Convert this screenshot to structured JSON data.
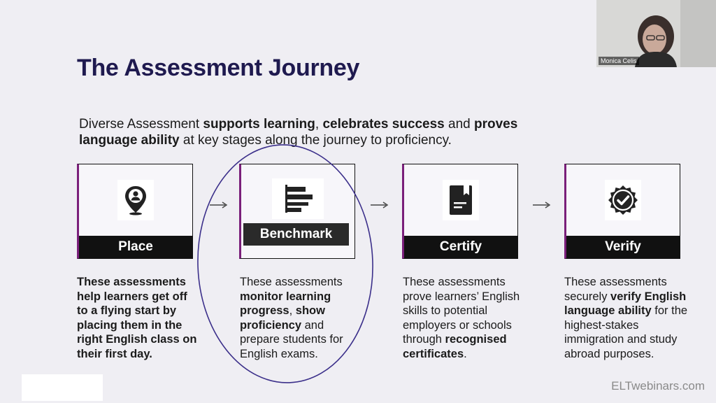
{
  "slide": {
    "title": "The Assessment Journey",
    "intro": {
      "p1": "Diverse Assessment ",
      "b1": "supports learning",
      "p2": ", ",
      "b2": "celebrates success",
      "p3": " and ",
      "b3": "proves language ability",
      "p4": " at key stages along the journey to proficiency."
    },
    "stages": [
      {
        "label": "Place",
        "icon": "location-person-icon"
      },
      {
        "label": "Benchmark",
        "icon": "bar-chart-icon"
      },
      {
        "label": "Certify",
        "icon": "certificate-document-icon"
      },
      {
        "label": "Verify",
        "icon": "verified-badge-icon"
      }
    ],
    "descriptions": {
      "place": "These assessments help learners get off to a flying start by placing them in the right English class on their first day.",
      "benchmark": {
        "t1": "These assessments ",
        "b1": "monitor learning progress",
        "t2": ", ",
        "b2": "show proficiency",
        "t3": " and prepare students for English exams."
      },
      "certify": {
        "t1": "These assessments prove learners’ English skills to potential employers or schools through ",
        "b1": "recognised certificates",
        "t2": "."
      },
      "verify": {
        "t1": "These assessments securely ",
        "b1": "verify English language ability",
        "t2": " for the highest-stakes immigration and study abroad purposes."
      }
    }
  },
  "webcam": {
    "participant_name": "Monica Celis"
  },
  "watermark": "ELTwebinars.com",
  "colors": {
    "title": "#1f1a4f",
    "accent": "#7a1f7a",
    "annotation": "#3b2f8a",
    "label_bg": "#111111"
  }
}
